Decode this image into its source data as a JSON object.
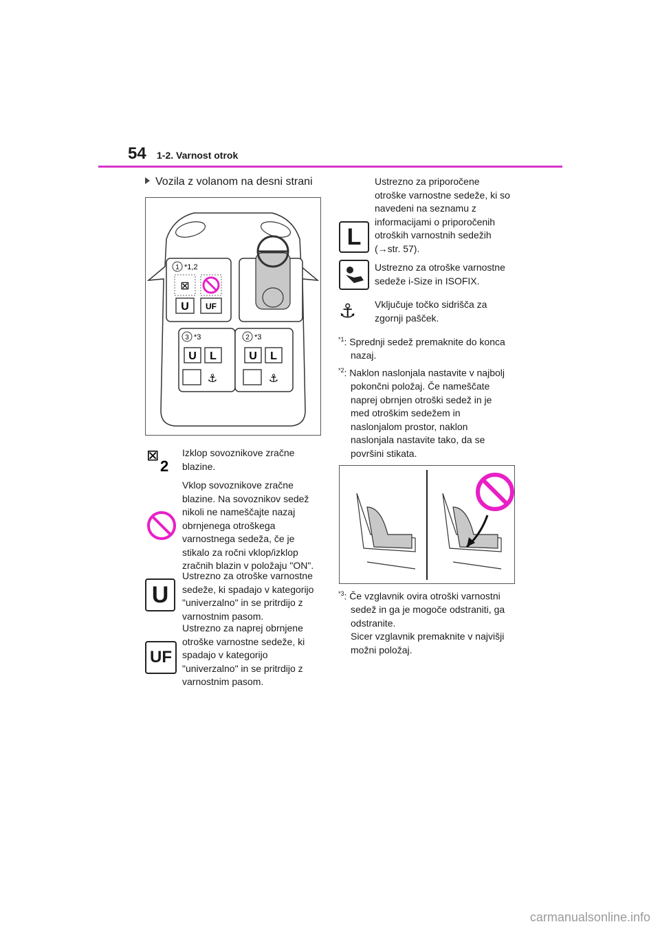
{
  "header": {
    "page_number": "54",
    "section": "1-2. Varnost otrok"
  },
  "subhead": "Vozila z volanom na desni strani",
  "diagram": {
    "seat_1_label": "1",
    "seat_1_note": "*1,2",
    "seat_2_label": "2",
    "seat_2_note": "*3",
    "seat_3_label": "3",
    "seat_3_note": "*3",
    "badge_u": "U",
    "badge_uf": "UF",
    "badge_l": "L",
    "airbag_off_digit": "2"
  },
  "legend_left": [
    {
      "icon": "airbag-off-icon",
      "text_lines": [
        "Izklop sovoznikove zračne",
        "blazine."
      ]
    },
    {
      "icon": "airbag-on-prohibited-icon",
      "text_lines": [
        "Vklop sovoznikove zračne",
        "blazine. Na sovoznikov sedež",
        "nikoli ne nameščajte nazaj",
        "obrnjenega otroškega",
        "varnostnega sedeža, če je",
        "stikalo za ročni vklop/izklop",
        "zračnih blazin v položaju \"ON\"."
      ]
    },
    {
      "icon": "u-category-icon",
      "text_lines": [
        "Ustrezno za otroške varnostne",
        "sedeže, ki spadajo v kategorijo",
        "\"univerzalno\" in se pritrdijo z",
        "varnostnim pasom."
      ]
    },
    {
      "icon": "uf-category-icon",
      "text_lines": [
        "Ustrezno za naprej obrnjene",
        "otroške varnostne sedeže, ki",
        "spadajo v kategorijo",
        "\"univerzalno\" in se pritrdijo z",
        "varnostnim pasom."
      ]
    }
  ],
  "legend_right": [
    {
      "icon": "l-category-icon",
      "text_lines": [
        "Ustrezno za priporočene",
        "otroške varnostne sedeže, ki so",
        "navedeni na seznamu z",
        "informacijami o priporočenih",
        "otroških varnostnih sedežih",
        "(→str. 57)."
      ]
    },
    {
      "icon": "isize-isofix-icon",
      "text_lines": [
        "Ustrezno za otroške varnostne",
        "sedeže i-Size in ISOFIX."
      ]
    },
    {
      "icon": "top-tether-anchor-icon",
      "text_lines": [
        "Vključuje točko sidrišča za",
        "zgornji pašček."
      ]
    }
  ],
  "notes": [
    {
      "mark": "*1",
      "lines": [
        "Sprednji sedež premaknite do konca",
        "nazaj."
      ]
    },
    {
      "mark": "*2",
      "lines": [
        "Naklon naslonjala nastavite v najbolj",
        "pokončni položaj. Če nameščate",
        "naprej obrnjen otroški sedež in je",
        "med otroškim sedežem in",
        "naslonjalom prostor, naklon",
        "naslonjala nastavite tako, da se",
        "površini stikata."
      ]
    },
    {
      "mark": "*3",
      "lines": [
        "Če vzglavnik ovira otroški varnostni",
        "sedež in ga je mogoče odstraniti, ga",
        "odstranite.",
        "Sicer vzglavnik premaknite v najvišji",
        "možni položaj."
      ]
    }
  ],
  "footer": {
    "watermark": "carmanualsonline.info"
  },
  "colors": {
    "accent": "#d633c8",
    "prohibit": "#e91fc6",
    "seat_fill": "#c8c8c8"
  }
}
